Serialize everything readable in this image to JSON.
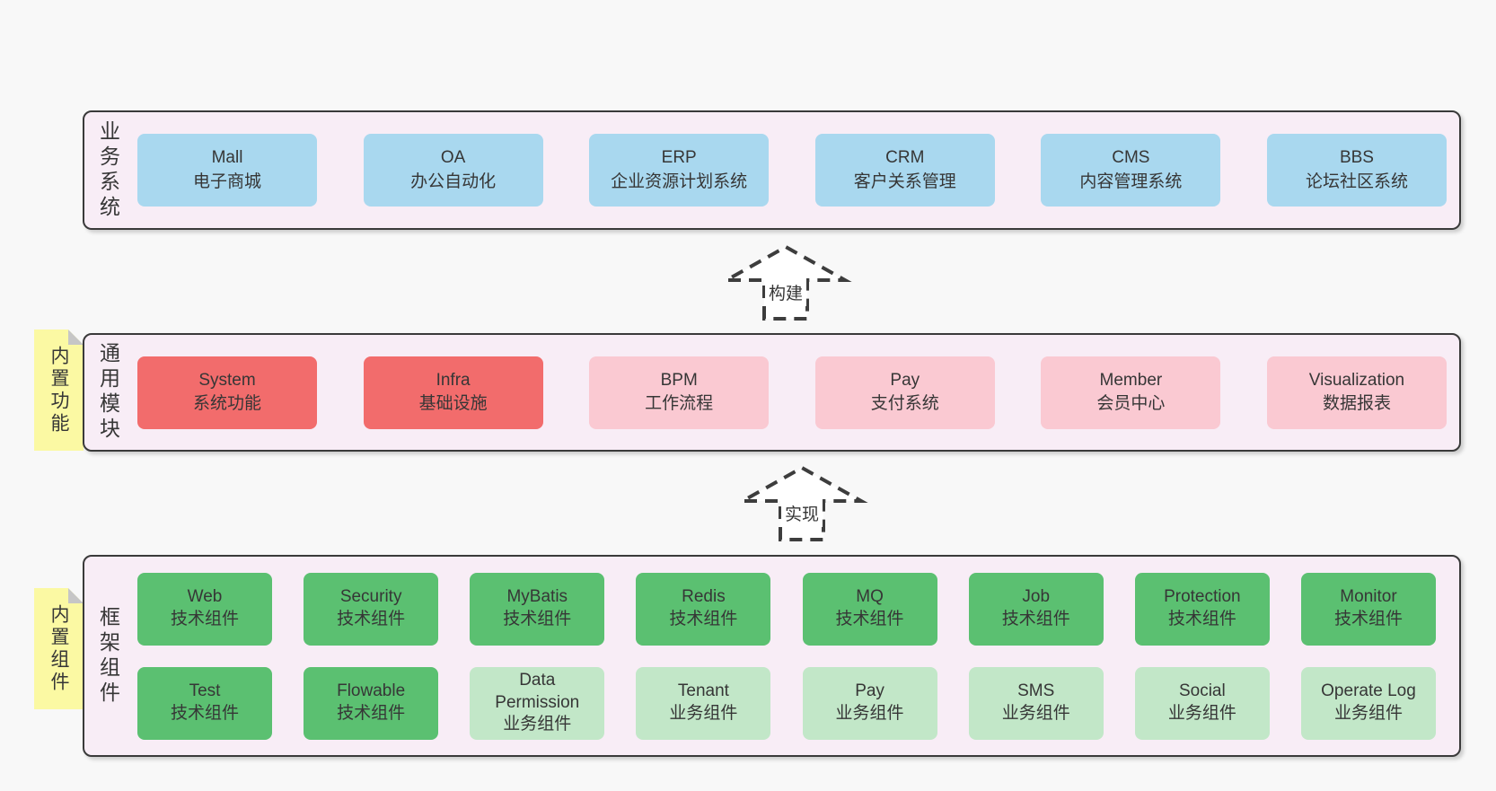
{
  "colors": {
    "page_bg": "#f8f8f8",
    "layer_bg": "#f8edf6",
    "layer_border": "#3a3a3a",
    "blue": "#a9d8ef",
    "red": "#f26c6c",
    "pink": "#fac9d2",
    "green": "#5bc071",
    "light_green": "#c2e7c8",
    "sticky": "#fbf9a3",
    "sticky_fold": "#c6c6c6",
    "text": "#363636",
    "arrow_stroke": "#3d3d3d",
    "arrow_fill": "#ffffff"
  },
  "arrows": [
    {
      "label": "构建"
    },
    {
      "label": "实现"
    }
  ],
  "layers": [
    {
      "name": "business-systems",
      "side_label": "业务系统",
      "sticky_label": null,
      "rows": [
        [
          {
            "title": "Mall",
            "subtitle": "电子商城",
            "variant": "blue"
          },
          {
            "title": "OA",
            "subtitle": "办公自动化",
            "variant": "blue"
          },
          {
            "title": "ERP",
            "subtitle": "企业资源计划系统",
            "variant": "blue"
          },
          {
            "title": "CRM",
            "subtitle": "客户关系管理",
            "variant": "blue"
          },
          {
            "title": "CMS",
            "subtitle": "内容管理系统",
            "variant": "blue"
          },
          {
            "title": "BBS",
            "subtitle": "论坛社区系统",
            "variant": "blue"
          }
        ]
      ]
    },
    {
      "name": "common-modules",
      "side_label": "通用模块",
      "sticky_label": "内置功能",
      "rows": [
        [
          {
            "title": "System",
            "subtitle": "系统功能",
            "variant": "red"
          },
          {
            "title": "Infra",
            "subtitle": "基础设施",
            "variant": "red"
          },
          {
            "title": "BPM",
            "subtitle": "工作流程",
            "variant": "pink"
          },
          {
            "title": "Pay",
            "subtitle": "支付系统",
            "variant": "pink"
          },
          {
            "title": "Member",
            "subtitle": "会员中心",
            "variant": "pink"
          },
          {
            "title": "Visualization",
            "subtitle": "数据报表",
            "variant": "pink"
          }
        ]
      ]
    },
    {
      "name": "framework-components",
      "side_label": "框架组件",
      "sticky_label": "内置组件",
      "rows": [
        [
          {
            "title": "Web",
            "subtitle": "技术组件",
            "variant": "green"
          },
          {
            "title": "Security",
            "subtitle": "技术组件",
            "variant": "green"
          },
          {
            "title": "MyBatis",
            "subtitle": "技术组件",
            "variant": "green"
          },
          {
            "title": "Redis",
            "subtitle": "技术组件",
            "variant": "green"
          },
          {
            "title": "MQ",
            "subtitle": "技术组件",
            "variant": "green"
          },
          {
            "title": "Job",
            "subtitle": "技术组件",
            "variant": "green"
          },
          {
            "title": "Protection",
            "subtitle": "技术组件",
            "variant": "green"
          },
          {
            "title": "Monitor",
            "subtitle": "技术组件",
            "variant": "green"
          }
        ],
        [
          {
            "title": "Test",
            "subtitle": "技术组件",
            "variant": "green"
          },
          {
            "title": "Flowable",
            "subtitle": "技术组件",
            "variant": "green"
          },
          {
            "title": "Data Permission",
            "subtitle": "业务组件",
            "variant": "light-green"
          },
          {
            "title": "Tenant",
            "subtitle": "业务组件",
            "variant": "light-green"
          },
          {
            "title": "Pay",
            "subtitle": "业务组件",
            "variant": "light-green"
          },
          {
            "title": "SMS",
            "subtitle": "业务组件",
            "variant": "light-green"
          },
          {
            "title": "Social",
            "subtitle": "业务组件",
            "variant": "light-green"
          },
          {
            "title": "Operate Log",
            "subtitle": "业务组件",
            "variant": "light-green"
          }
        ]
      ]
    }
  ]
}
